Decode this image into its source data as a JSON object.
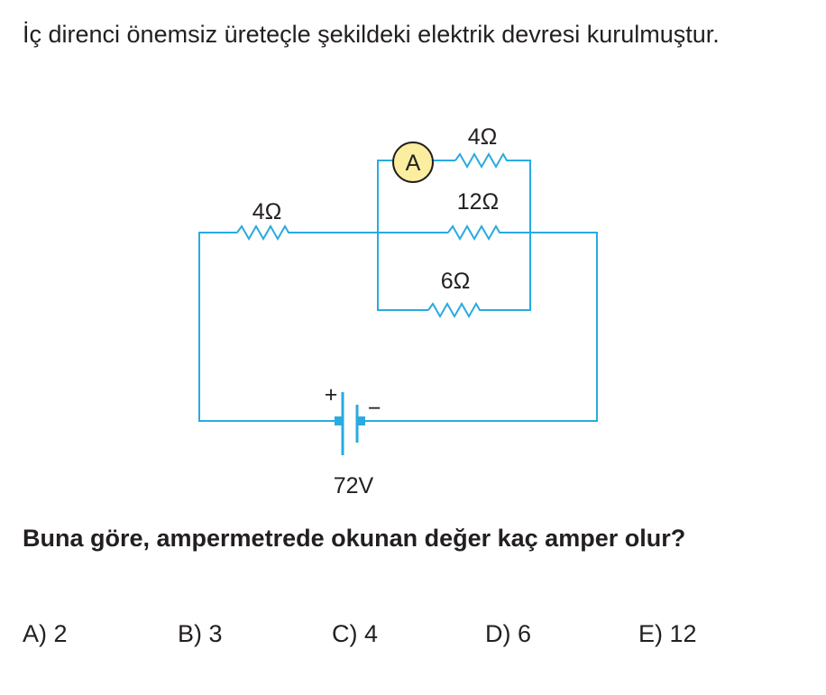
{
  "intro": "İç direnci önemsiz üreteçle şekildeki elektrik devresi kurulmuştur.",
  "circuit": {
    "ammeter_label": "A",
    "r_ammeter_branch": "4Ω",
    "r_middle": "12Ω",
    "r_bottom": "6Ω",
    "r_series": "4Ω",
    "plus": "+",
    "minus": "−",
    "voltage": "72V",
    "wire_color": "#29aae1",
    "ammeter_fill": "#fbeea0"
  },
  "question": "Buna göre, ampermetrede okunan değer kaç amper olur?",
  "options": [
    "A) 2",
    "B) 3",
    "C) 4",
    "D) 6",
    "E) 12"
  ]
}
